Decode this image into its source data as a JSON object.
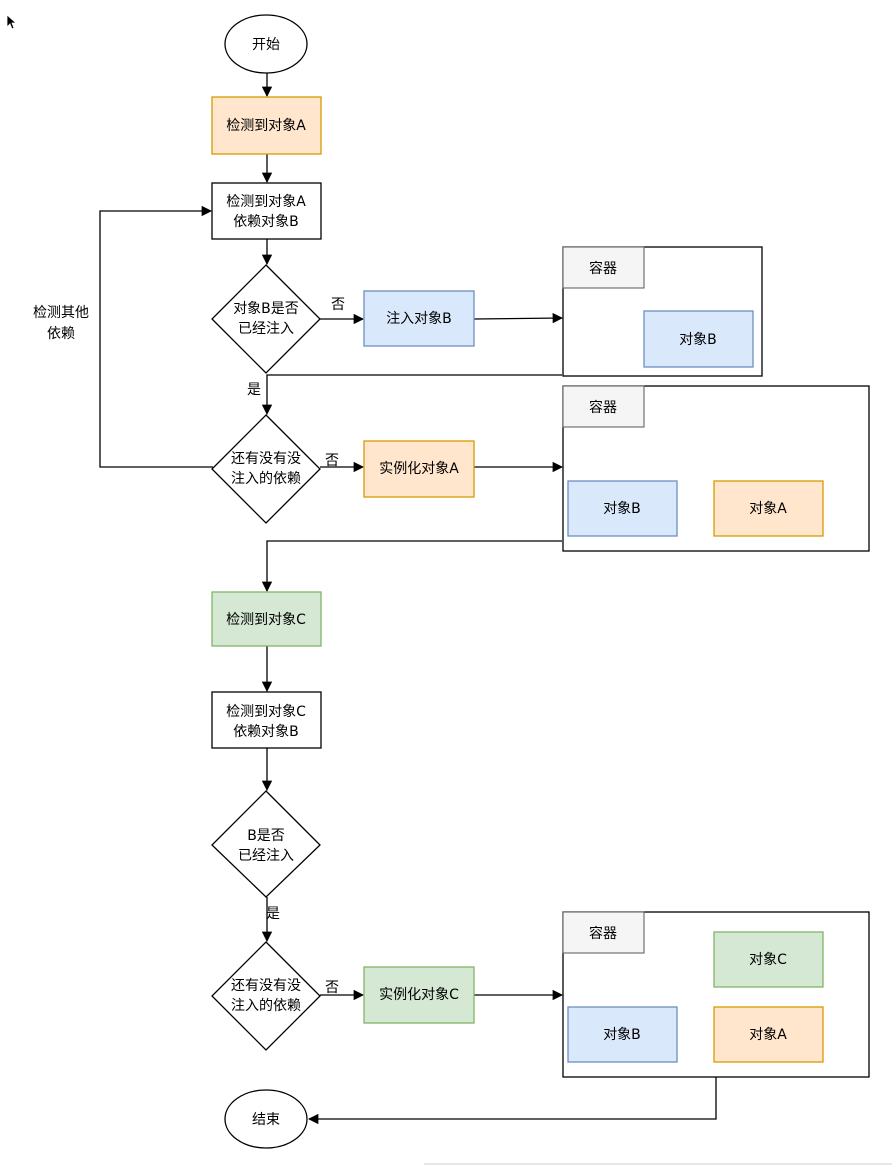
{
  "flowchart": {
    "start": "开始",
    "end": "结束",
    "detect_a": "检测到对象A",
    "detect_a_dep_line1": "检测到对象A",
    "detect_a_dep_line2": "依赖对象B",
    "decision_b_injected_line1": "对象B是否",
    "decision_b_injected_line2": "已经注入",
    "inject_b": "注入对象B",
    "label_no_1": "否",
    "label_yes_1": "是",
    "loop_label_line1": "检测其他",
    "loop_label_line2": "依赖",
    "decision_more_deps_line1": "还有没有没",
    "decision_more_deps_line2": "注入的依赖",
    "label_no_2": "否",
    "instantiate_a": "实例化对象A",
    "detect_c": "检测到对象C",
    "detect_c_dep_line1": "检测到对象C",
    "detect_c_dep_line2": "依赖对象B",
    "decision_b2_line1": "B是否",
    "decision_b2_line2": "已经注入",
    "label_yes_2": "是",
    "decision_more_deps2_line1": "还有没有没",
    "decision_more_deps2_line2": "注入的依赖",
    "label_no_3": "否",
    "instantiate_c": "实例化对象C"
  },
  "containers": [
    {
      "title": "容器",
      "items": [
        "对象B"
      ]
    },
    {
      "title": "容器",
      "items": [
        "对象B",
        "对象A"
      ]
    },
    {
      "title": "容器",
      "items": [
        "对象C",
        "对象B",
        "对象A"
      ]
    }
  ],
  "colors": {
    "orange_fill": "#ffe6cc",
    "orange_stroke": "#d79b00",
    "blue_fill": "#dae8fc",
    "blue_stroke": "#6c8ebf",
    "green_fill": "#d5e8d4",
    "green_stroke": "#82b366",
    "header_fill": "#f5f5f5",
    "header_stroke": "#666666"
  }
}
